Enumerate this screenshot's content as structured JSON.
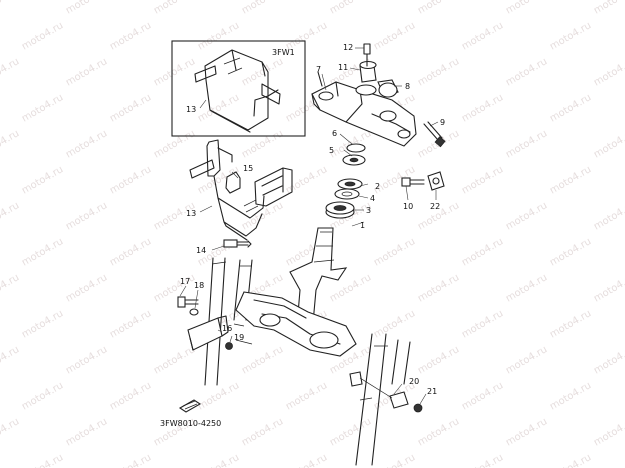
{
  "watermark": "moto4.ru",
  "inset_label": "3FW1",
  "diagram_code": "3FW8010-4250",
  "callouts": [
    "1",
    "2",
    "3",
    "4",
    "5",
    "6",
    "7",
    "8",
    "9",
    "10",
    "11",
    "12",
    "13",
    "13",
    "14",
    "15",
    "16",
    "17",
    "18",
    "19",
    "20",
    "21",
    "22"
  ]
}
